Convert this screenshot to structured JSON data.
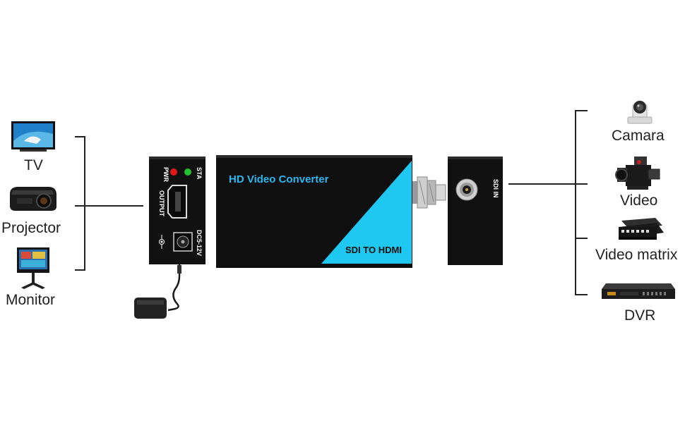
{
  "left_devices": [
    {
      "label": "TV",
      "icon": "tv-icon"
    },
    {
      "label": "Projector",
      "icon": "projector-icon"
    },
    {
      "label": "Monitor",
      "icon": "monitor-icon"
    }
  ],
  "right_devices": [
    {
      "label": "Camara",
      "icon": "camera-icon"
    },
    {
      "label": "Video",
      "icon": "video-camera-icon"
    },
    {
      "label": "Video matrix",
      "icon": "video-matrix-icon"
    },
    {
      "label": "DVR",
      "icon": "dvr-icon"
    }
  ],
  "converter": {
    "title": "HD Video Converter",
    "subtitle": "SDI TO HDMI",
    "accent_color": "#1ec8f0"
  },
  "output_panel": {
    "pwr": "PWR",
    "sta": "STA",
    "output": "OUTPUT",
    "power": "DC5-12V"
  },
  "input_panel": {
    "sdi_in": "SDI IN"
  },
  "colors": {
    "pwr_led": "#e01818",
    "sta_led": "#22c030",
    "line": "#222222",
    "device_body": "#111111"
  }
}
